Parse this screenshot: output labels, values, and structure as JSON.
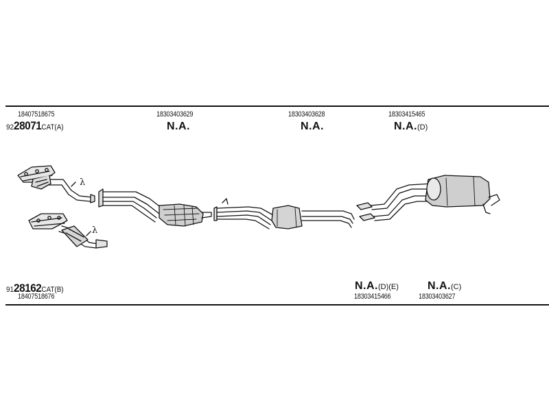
{
  "top": {
    "left_part_number": "18407518675",
    "assembly_a": {
      "prefix": "92",
      "number": "28071",
      "suffix": "CAT(A)"
    },
    "columns": [
      {
        "part_number": "18303403629",
        "status": "N.A.",
        "note": ""
      },
      {
        "part_number": "18303403628",
        "status": "N.A.",
        "note": ""
      },
      {
        "part_number": "18303415465",
        "status": "N.A.",
        "note": "(D)"
      }
    ]
  },
  "bottom": {
    "assembly_b": {
      "prefix": "91",
      "number": "28162",
      "suffix": "CAT(B)"
    },
    "left_part_number": "18407518676",
    "columns": [
      {
        "part_number": "18303415466",
        "status": "N.A.",
        "note": "(D)(E)"
      },
      {
        "part_number": "18303403627",
        "status": "N.A.",
        "note": "(C)"
      }
    ]
  },
  "sensor_symbol": "λ"
}
